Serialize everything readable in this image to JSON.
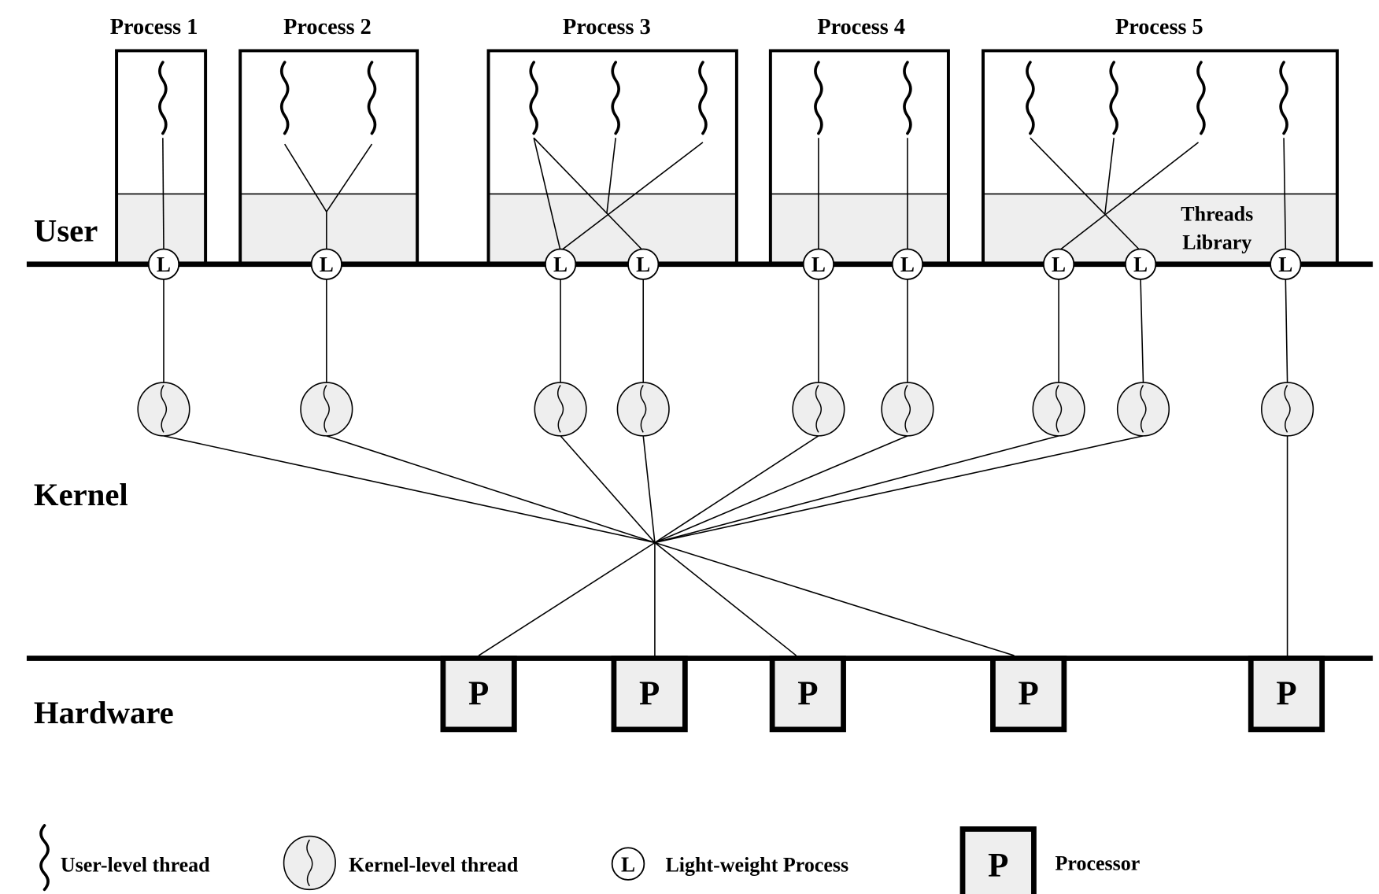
{
  "diagram": {
    "title": "Solaris multithreaded architecture",
    "layers": {
      "user": "User",
      "kernel": "Kernel",
      "hardware": "Hardware"
    },
    "threads_library_label": [
      "Threads",
      "Library"
    ],
    "lwp_symbol": "L",
    "processor_symbol": "P",
    "processes": [
      {
        "name": "Process 1",
        "user_threads": 1,
        "lwps": 1,
        "mapping": "1 user thread bound to 1 LWP"
      },
      {
        "name": "Process 2",
        "user_threads": 2,
        "lwps": 1,
        "mapping": "2 user threads multiplexed onto 1 LWP"
      },
      {
        "name": "Process 3",
        "user_threads": 3,
        "lwps": 2,
        "mapping": "3 user threads multiplexed onto 2 LWPs"
      },
      {
        "name": "Process 4",
        "user_threads": 2,
        "lwps": 2,
        "mapping": "each user thread bound to its own LWP"
      },
      {
        "name": "Process 5",
        "user_threads": 4,
        "lwps": 3,
        "mapping": "3 user threads multiplexed onto 2 LWPs, 1 user thread bound to 1 LWP and dedicated processor"
      }
    ],
    "kernel_threads": 9,
    "processors": 5,
    "legend": [
      {
        "icon": "user-level-thread-icon",
        "label": "User-level thread"
      },
      {
        "icon": "kernel-level-thread-icon",
        "label": "Kernel-level thread"
      },
      {
        "icon": "lwp-icon",
        "label": "Light-weight Process"
      },
      {
        "icon": "processor-icon",
        "label": "Processor"
      }
    ]
  }
}
